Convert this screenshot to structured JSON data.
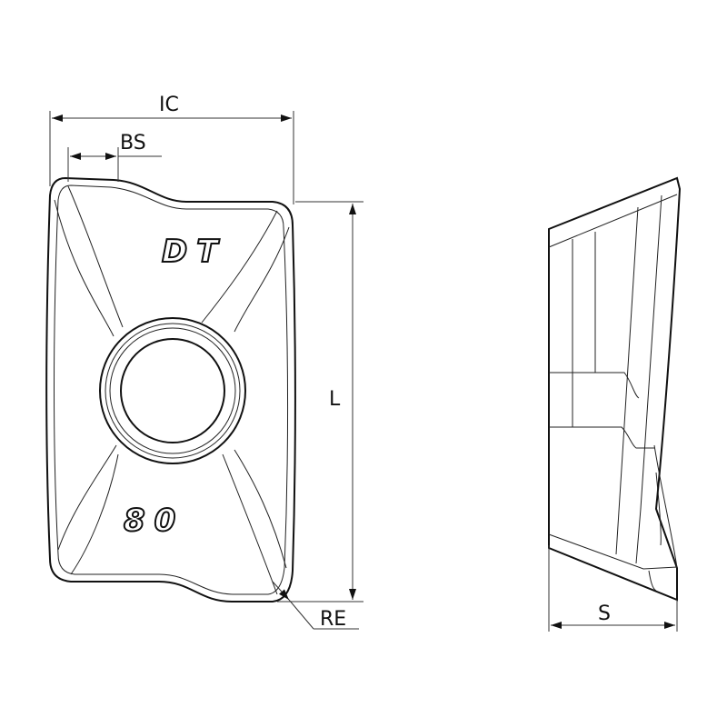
{
  "drawing": {
    "dimensions": {
      "ic": "IC",
      "bs": "BS",
      "l": "L",
      "re": "RE",
      "s": "S"
    },
    "engraving": {
      "top": "DT",
      "bottom": "80"
    }
  }
}
